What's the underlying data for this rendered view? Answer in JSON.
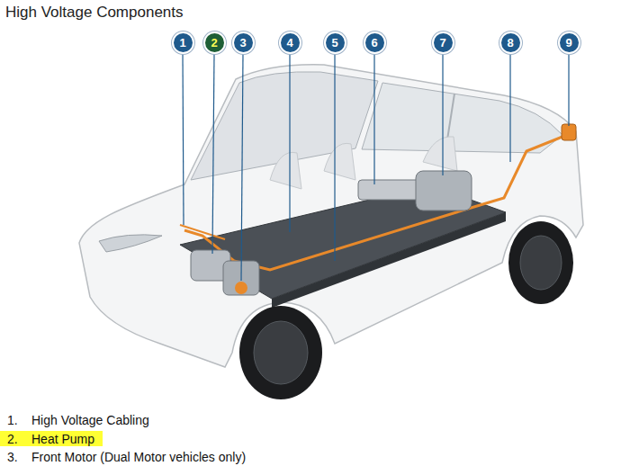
{
  "diagram": {
    "title": "High Voltage Components",
    "nodes": [
      {
        "text": [
          "1"
        ]
      },
      {
        "text": [
          "2"
        ]
      },
      {
        "text": [
          "3"
        ]
      },
      {
        "text": [
          "4"
        ]
      },
      {
        "text": [
          "5"
        ]
      },
      {
        "text": [
          "6"
        ]
      },
      {
        "text": [
          "7"
        ]
      },
      {
        "text": [
          "8"
        ]
      },
      {
        "text": [
          "9"
        ]
      }
    ],
    "labels": [
      "1.",
      "High Voltage Cabling",
      "2.",
      "Heat Pump",
      "3.",
      "Front Motor (Dual Motor vehicles only)"
    ]
  }
}
